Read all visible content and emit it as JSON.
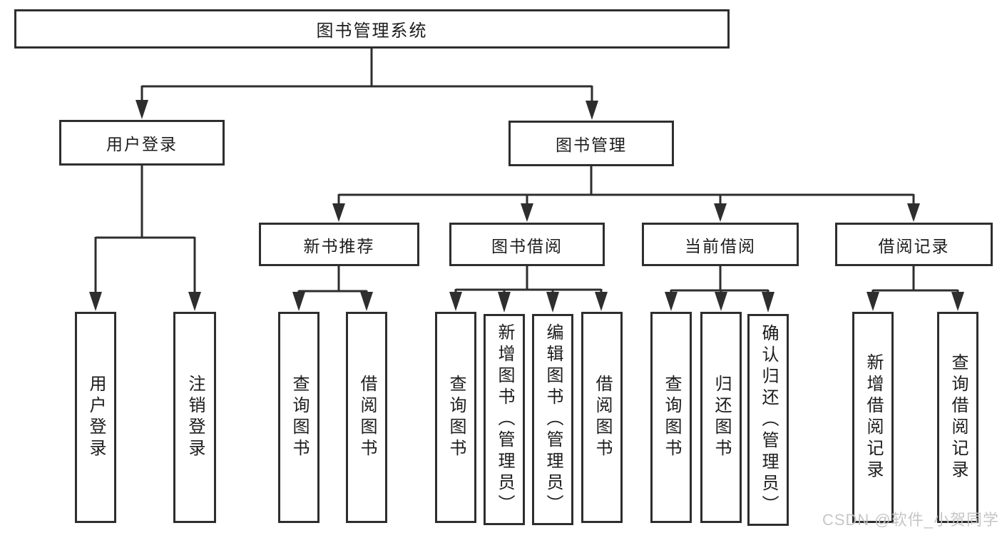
{
  "diagram": {
    "root": {
      "label": "图书管理系统"
    },
    "user_login_branch": {
      "label": "用户登录",
      "children": [
        {
          "label": "用户登录"
        },
        {
          "label": "注销登录"
        }
      ]
    },
    "book_management_branch": {
      "label": "图书管理",
      "sections": [
        {
          "label": "新书推荐",
          "children": [
            {
              "label": "查询图书"
            },
            {
              "label": "借阅图书"
            }
          ]
        },
        {
          "label": "图书借阅",
          "children": [
            {
              "label": "查询图书"
            },
            {
              "label": "新增图书（管理员）"
            },
            {
              "label": "编辑图书（管理员）"
            },
            {
              "label": "借阅图书"
            }
          ]
        },
        {
          "label": "当前借阅",
          "children": [
            {
              "label": "查询图书"
            },
            {
              "label": "归还图书"
            },
            {
              "label": "确认归还（管理员）"
            }
          ]
        },
        {
          "label": "借阅记录",
          "children": [
            {
              "label": "新增借阅记录"
            },
            {
              "label": "查询借阅记录"
            }
          ]
        }
      ]
    }
  },
  "watermark": {
    "text": "CSDN @软件_小贺同学"
  },
  "colors": {
    "line": "#2e2e2e",
    "box_border": "#2e2e2e",
    "text": "#1c1c1c",
    "watermark": "#c4c4c4",
    "background": "#ffffff"
  }
}
